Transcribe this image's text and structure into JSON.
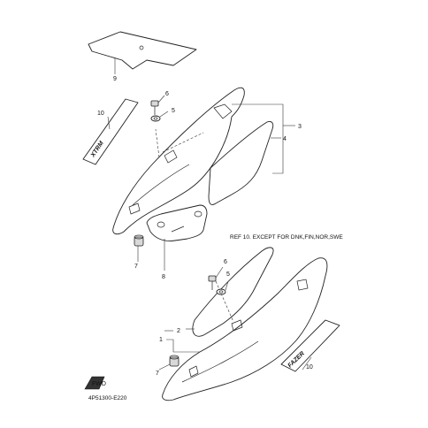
{
  "callouts": {
    "c1": "1",
    "c2": "2",
    "c3": "3",
    "c4": "4",
    "c5_top": "5",
    "c6_top": "6",
    "c5_bottom": "5",
    "c6_bottom": "6",
    "c7_top": "7",
    "c7_bottom": "7",
    "c8": "8",
    "c9": "9",
    "c10_top": "10",
    "c10_bottom": "10"
  },
  "note": "REF 10. EXCEPT FOR DNK,FIN,NOR,SWE",
  "diagram_code": "4P51300-E220",
  "emblem_top": "XTRM",
  "emblem_bottom": "FAZER",
  "fwd_label": "FWD"
}
